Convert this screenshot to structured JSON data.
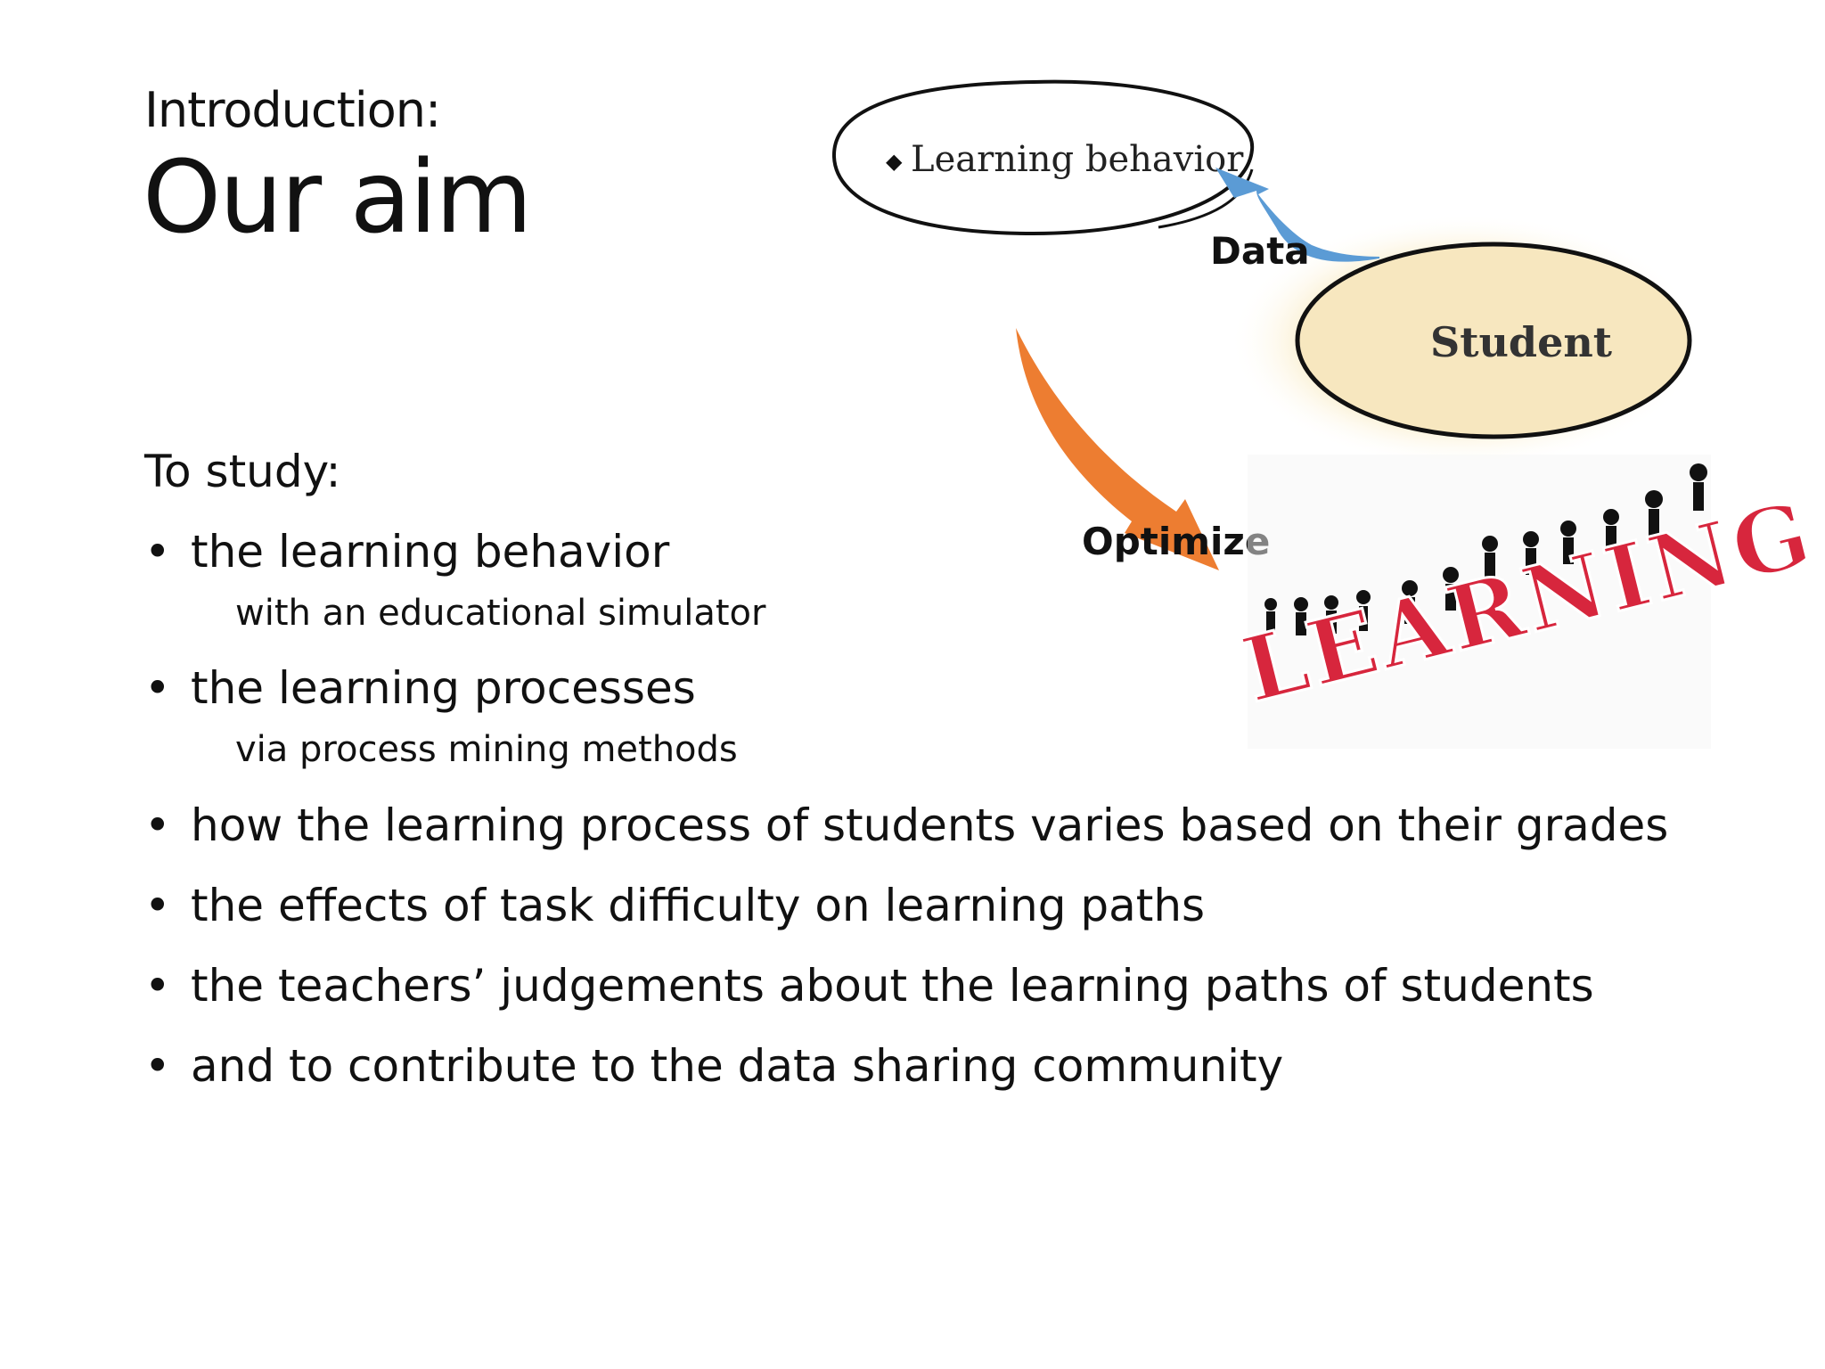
{
  "slide": {
    "subtitle": "Introduction:",
    "title": "Our aim",
    "lead": "To study:",
    "bullets": [
      {
        "text": "the learning behavior",
        "sub": "with an educational simulator"
      },
      {
        "text": "the learning processes",
        "sub": "via process mining methods"
      },
      {
        "text": "how the learning process of students varies based on their grades"
      },
      {
        "text": "the effects of task difficulty on learning paths"
      },
      {
        "text": "the teachers’ judgements about the learning paths of students"
      },
      {
        "text": "and to contribute to the data sharing community"
      }
    ],
    "bullet_symbol": "•"
  },
  "diagram": {
    "node_behavior": "Learning behavior",
    "node_behavior_marker": "◆",
    "node_student": "Student",
    "edge_data": "Data",
    "edge_optimize": "Optimize",
    "banner_text": "LEARNING",
    "colors": {
      "data_arrow": "#5b9bd5",
      "optimize_arrow": "#ed7d31",
      "student_fill": "#f7e7bf",
      "banner_red": "#d7263d"
    }
  }
}
